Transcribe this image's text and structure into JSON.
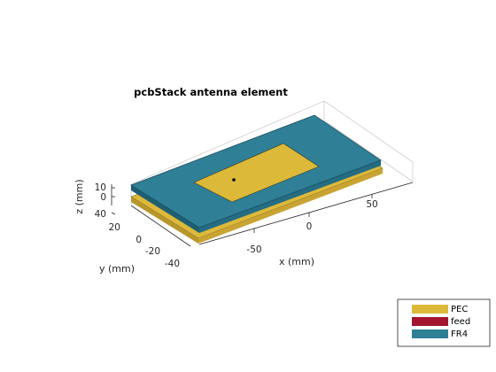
{
  "figure": {
    "title": "pcbStack antenna element",
    "x_axis": {
      "label": "x (mm)",
      "ticks": [
        "-50",
        "0",
        "50"
      ]
    },
    "y_axis": {
      "label": "y (mm)",
      "ticks": [
        "40",
        "20",
        "0",
        "-20",
        "-40"
      ]
    },
    "z_axis": {
      "label": "z (mm)",
      "ticks": [
        "10",
        "0"
      ]
    }
  },
  "legend": {
    "placement": "bottom-right",
    "items": [
      {
        "label": "PEC",
        "color": "#DDB93A"
      },
      {
        "label": "feed",
        "color": "#A2142F"
      },
      {
        "label": "FR4",
        "color": "#2F7F96"
      }
    ]
  },
  "colors": {
    "pec": "#DDB93A",
    "fr4_top": "#2F7F96",
    "fr4_side": "#1E5F72",
    "feed": "#000000",
    "box_line": "#CFCFCF"
  }
}
